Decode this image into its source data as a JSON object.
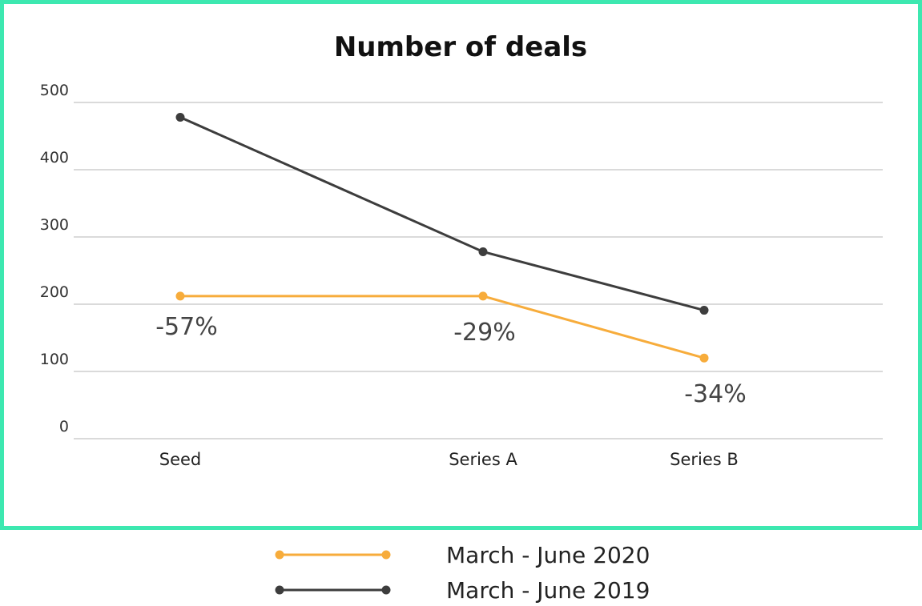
{
  "frame": {
    "border_color": "#3de8b0"
  },
  "chart_data": {
    "type": "line",
    "title": "Number of deals",
    "xlabel": "",
    "ylabel": "",
    "categories": [
      "Seed",
      "Series A",
      "Series B"
    ],
    "y_ticks": [
      "0",
      "100",
      "200",
      "300",
      "400",
      "500"
    ],
    "ylim": [
      0,
      500
    ],
    "grid": true,
    "legend_position": "bottom-center",
    "series": [
      {
        "name": "March - June 2020",
        "color": "#f7ac3b",
        "values": [
          212,
          212,
          120
        ]
      },
      {
        "name": "March - June 2019",
        "color": "#3d3d3d",
        "values": [
          478,
          278,
          191
        ]
      }
    ],
    "annotations": [
      {
        "category": "Seed",
        "text": "-57%"
      },
      {
        "category": "Series A",
        "text": "-29%"
      },
      {
        "category": "Series B",
        "text": "-34%"
      }
    ]
  }
}
